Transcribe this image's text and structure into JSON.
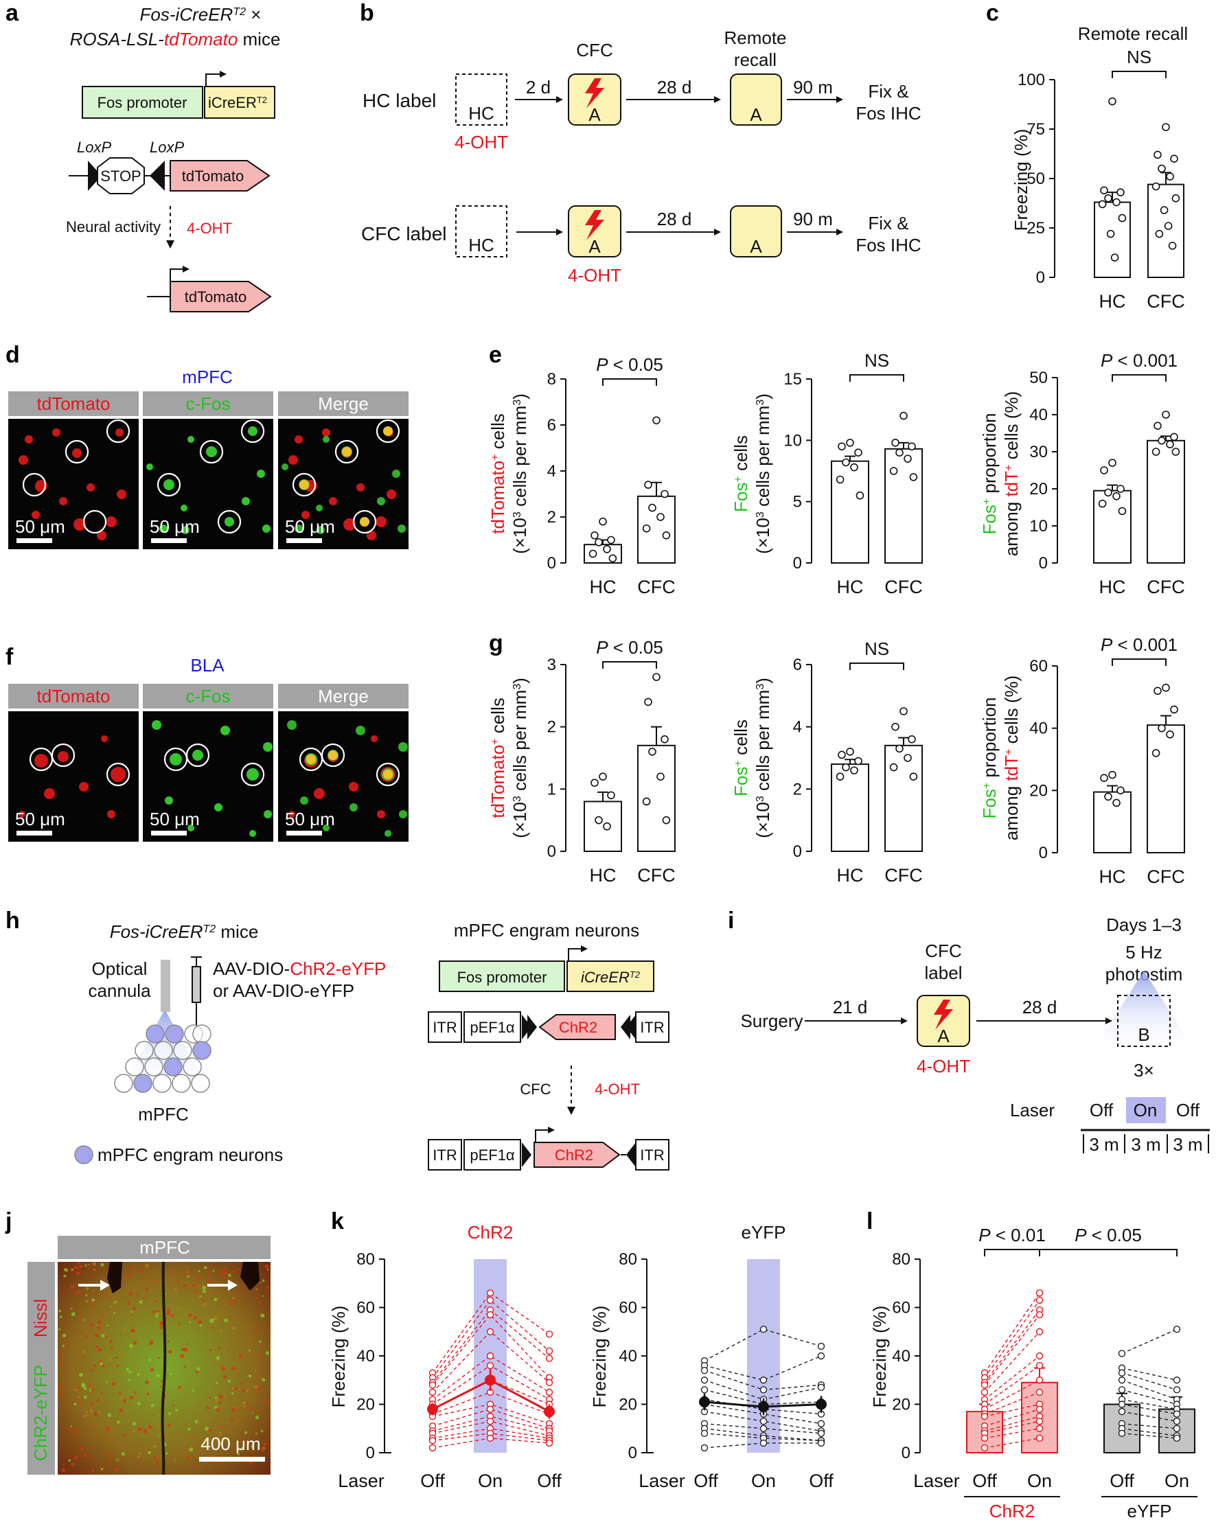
{
  "colors": {
    "red": "#e8141b",
    "green": "#22c11e",
    "blue": "#1a1adf",
    "laser": "#b7b7ef",
    "chr2": "#f6b6b6",
    "eyfp": "#c4c4c4",
    "context": "#fbf3b3",
    "promoter": "#d8f5d1"
  },
  "panel_labels": [
    "a",
    "b",
    "c",
    "d",
    "e",
    "f",
    "g",
    "h",
    "i",
    "j",
    "k",
    "l"
  ],
  "a": {
    "title_line1_italic": "Fos-iCreER",
    "title_line1_sup": "T2",
    "title_line1_tail": " ×",
    "title_line2_a": "ROSA-LSL-",
    "title_line2_red": "tdTomato",
    "title_line2_b": " mice",
    "promoter": "Fos promoter",
    "icre": "iCreER",
    "icre_sup": "T2",
    "loxp": "LoxP",
    "stop": "STOP",
    "tdtomato": "tdTomato",
    "neural_activity": "Neural activity",
    "ohtlabel": "4-OHT"
  },
  "b": {
    "cfc_header": "CFC",
    "remote_header_1": "Remote",
    "remote_header_2": "recall",
    "hc_label": "HC label",
    "cfc_label": "CFC label",
    "hc": "HC",
    "ctx_a": "A",
    "ohtlabel": "4-OHT",
    "d2": "2 d",
    "d28": "28 d",
    "m90": "90 m",
    "fix1": "Fix &",
    "fix2": "Fos IHC"
  },
  "c": {
    "title": "Remote recall",
    "ylabel": "Freezing (%)",
    "sig": "NS"
  },
  "d": {
    "region": "mPFC",
    "ch1": "tdTomato",
    "ch2": "c-Fos",
    "ch3": "Merge",
    "scale": "50 μm"
  },
  "f": {
    "region": "BLA",
    "ch1": "tdTomato",
    "ch2": "c-Fos",
    "ch3": "Merge",
    "scale": "50 μm"
  },
  "ylabels": {
    "td_1a": "tdTomato",
    "td_1b": " cells",
    "fos_1a": "Fos",
    "fos_1b": " cells",
    "line2": "(×10",
    "line2_sup": "3",
    "line2_tail": " cells per mm",
    "line2_sup2": "3",
    "line2_end": ")",
    "prop_1a": "Fos",
    "prop_1b": " proportion",
    "prop_2a": "among ",
    "prop_2b": "tdT",
    "prop_2c": " cells (%)",
    "plus": "+"
  },
  "sig": {
    "e1": "P < 0.05",
    "e2": "NS",
    "e3": "P < 0.001",
    "g1": "P < 0.05",
    "g2": "NS",
    "g3": "P < 0.001"
  },
  "h": {
    "mice_italic": "Fos-iCreER",
    "mice_sup": "T2",
    "mice_tail": " mice",
    "optical1": "Optical",
    "optical2": "cannula",
    "aav1a": "AAV-DIO-",
    "aav1b": "ChR2-eYFP",
    "aav2": "or AAV-DIO-eYFP",
    "mpfc": "mPFC",
    "legend": "mPFC engram neurons",
    "right_title": "mPFC engram neurons",
    "promoter": "Fos promoter",
    "icre": "iCreER",
    "icre_sup": "T2",
    "itr": "ITR",
    "pef": "pEF1α",
    "chr2": "ChR2",
    "cfc": "CFC",
    "oht": "4-OHT"
  },
  "i": {
    "surgery": "Surgery",
    "d21": "21 d",
    "d28": "28 d",
    "cfc1": "CFC",
    "cfc2": "label",
    "ctx_a": "A",
    "ctx_b": "B",
    "oht": "4-OHT",
    "days": "Days 1–3",
    "hz1": "5 Hz",
    "hz2": "photostim",
    "times": "3×",
    "laser": "Laser",
    "off": "Off",
    "on": "On",
    "m3": "3 m"
  },
  "j": {
    "region": "mPFC",
    "nissl": "Nissl",
    "chr2": "ChR2-eYFP",
    "scale": "400 μm"
  },
  "k": {
    "title_chr2": "ChR2",
    "title_eyfp": "eYFP",
    "ylabel": "Freezing (%)",
    "laser": "Laser",
    "off": "Off",
    "on": "On"
  },
  "l": {
    "ylabel": "Freezing (%)",
    "laser": "Laser",
    "off": "Off",
    "on": "On",
    "sig1": "P < 0.01",
    "sig2": "P < 0.05",
    "grp1": "ChR2",
    "grp2": "eYFP"
  },
  "chart_data": [
    {
      "id": "c",
      "type": "bar",
      "title": "Remote recall",
      "ylabel": "Freezing (%)",
      "categories": [
        "HC",
        "CFC"
      ],
      "values": [
        38,
        47
      ],
      "sem": [
        5,
        6
      ],
      "ylim": [
        0,
        100
      ],
      "yticks": [
        0,
        25,
        50,
        75,
        100
      ],
      "points": [
        [
          89,
          44,
          43,
          40,
          38,
          37,
          30,
          22,
          10
        ],
        [
          76,
          62,
          60,
          55,
          51,
          46,
          40,
          34,
          26,
          22,
          16
        ]
      ]
    },
    {
      "id": "e1",
      "type": "bar",
      "ylabel": "tdTomato+ cells (×10^3 cells per mm^3)",
      "categories": [
        "HC",
        "CFC"
      ],
      "values": [
        0.8,
        2.9
      ],
      "sem": [
        0.2,
        0.6
      ],
      "ylim": [
        0,
        8
      ],
      "yticks": [
        0,
        2,
        4,
        6,
        8
      ],
      "points": [
        [
          1.8,
          1.2,
          1.0,
          0.9,
          0.6,
          0.4,
          0.2
        ],
        [
          6.2,
          3.4,
          3.0,
          2.4,
          2.0,
          1.5,
          1.2
        ]
      ]
    },
    {
      "id": "e2",
      "type": "bar",
      "ylabel": "Fos+ cells (×10^3 cells per mm^3)",
      "categories": [
        "HC",
        "CFC"
      ],
      "values": [
        8.3,
        9.3
      ],
      "sem": [
        0.4,
        0.5
      ],
      "ylim": [
        0,
        15
      ],
      "yticks": [
        0,
        5,
        10,
        15
      ],
      "points": [
        [
          9.8,
          9.5,
          9.0,
          8.2,
          7.8,
          6.8,
          5.5
        ],
        [
          12.0,
          9.8,
          9.5,
          9.0,
          8.5,
          7.5,
          7.0
        ]
      ]
    },
    {
      "id": "e3",
      "type": "bar",
      "ylabel": "Fos+ proportion among tdT+ cells (%)",
      "categories": [
        "HC",
        "CFC"
      ],
      "values": [
        19.5,
        33
      ],
      "sem": [
        1.5,
        1.2
      ],
      "ylim": [
        0,
        50
      ],
      "yticks": [
        0,
        10,
        20,
        30,
        40,
        50
      ],
      "points": [
        [
          27,
          25,
          20,
          19,
          18,
          16,
          14
        ],
        [
          40,
          37,
          34,
          33,
          32,
          30,
          30
        ]
      ]
    },
    {
      "id": "g1",
      "type": "bar",
      "ylabel": "tdTomato+ cells (×10^3 cells per mm^3)",
      "categories": [
        "HC",
        "CFC"
      ],
      "values": [
        0.8,
        1.7
      ],
      "sem": [
        0.15,
        0.3
      ],
      "ylim": [
        0,
        3
      ],
      "yticks": [
        0,
        1,
        2,
        3
      ],
      "points": [
        [
          1.2,
          1.1,
          0.9,
          0.5,
          0.4
        ],
        [
          2.8,
          2.4,
          1.8,
          1.6,
          1.2,
          0.8,
          0.5
        ]
      ]
    },
    {
      "id": "g2",
      "type": "bar",
      "ylabel": "Fos+ cells (×10^3 cells per mm^3)",
      "categories": [
        "HC",
        "CFC"
      ],
      "values": [
        2.8,
        3.4
      ],
      "sem": [
        0.15,
        0.25
      ],
      "ylim": [
        0,
        6
      ],
      "yticks": [
        0,
        2,
        4,
        6
      ],
      "points": [
        [
          3.2,
          3.1,
          2.9,
          2.7,
          2.6,
          2.4
        ],
        [
          4.5,
          4.0,
          3.6,
          3.3,
          3.0,
          2.7,
          2.4
        ]
      ]
    },
    {
      "id": "g3",
      "type": "bar",
      "ylabel": "Fos+ proportion among tdT+ cells (%)",
      "categories": [
        "HC",
        "CFC"
      ],
      "values": [
        19.5,
        41
      ],
      "sem": [
        2,
        3
      ],
      "ylim": [
        0,
        60
      ],
      "yticks": [
        0,
        20,
        40,
        60
      ],
      "points": [
        [
          25,
          24,
          20,
          18,
          16
        ],
        [
          53,
          52,
          46,
          40,
          38,
          32
        ]
      ]
    },
    {
      "id": "k1",
      "type": "line",
      "title": "ChR2",
      "ylabel": "Freezing (%)",
      "categories": [
        "Off",
        "On",
        "Off"
      ],
      "mean": [
        18,
        30,
        17
      ],
      "sem": [
        2.5,
        4.5,
        3
      ],
      "ylim": [
        0,
        80
      ],
      "yticks": [
        0,
        20,
        40,
        60,
        80
      ],
      "lines": [
        [
          33,
          66,
          49
        ],
        [
          31,
          63,
          42
        ],
        [
          29,
          59,
          39
        ],
        [
          28,
          57,
          31
        ],
        [
          25,
          50,
          29
        ],
        [
          22,
          40,
          25
        ],
        [
          20,
          36,
          22
        ],
        [
          18,
          30,
          20
        ],
        [
          16,
          25,
          16
        ],
        [
          15,
          20,
          12
        ],
        [
          11,
          18,
          10
        ],
        [
          9,
          15,
          9
        ],
        [
          8,
          13,
          7
        ],
        [
          6,
          10,
          6
        ],
        [
          5,
          8,
          5
        ],
        [
          2,
          6,
          4
        ]
      ]
    },
    {
      "id": "k2",
      "type": "line",
      "title": "eYFP",
      "ylabel": "Freezing (%)",
      "categories": [
        "Off",
        "On",
        "Off"
      ],
      "mean": [
        21,
        19,
        20
      ],
      "sem": [
        3.5,
        3.5,
        3.5
      ],
      "ylim": [
        0,
        80
      ],
      "yticks": [
        0,
        20,
        40,
        60,
        80
      ],
      "lines": [
        [
          38,
          51,
          44
        ],
        [
          36,
          30,
          40
        ],
        [
          34,
          26,
          28
        ],
        [
          30,
          22,
          27
        ],
        [
          26,
          20,
          21
        ],
        [
          22,
          18,
          16
        ],
        [
          20,
          16,
          12
        ],
        [
          17,
          13,
          9
        ],
        [
          12,
          10,
          8
        ],
        [
          10,
          7,
          5
        ],
        [
          8,
          6,
          5
        ],
        [
          2,
          4,
          4
        ]
      ]
    },
    {
      "id": "l",
      "type": "bar",
      "ylabel": "Freezing (%)",
      "categories": [
        "Off",
        "On",
        "Off",
        "On"
      ],
      "groups": [
        "ChR2",
        "ChR2",
        "eYFP",
        "eYFP"
      ],
      "values": [
        17,
        29,
        20,
        18
      ],
      "sem": [
        3,
        6,
        4.5,
        5
      ],
      "ylim": [
        0,
        80
      ],
      "yticks": [
        0,
        20,
        40,
        60,
        80
      ],
      "pairs_chr2": [
        [
          33,
          66
        ],
        [
          31,
          63
        ],
        [
          29,
          59
        ],
        [
          28,
          57
        ],
        [
          25,
          50
        ],
        [
          22,
          40
        ],
        [
          20,
          36
        ],
        [
          18,
          30
        ],
        [
          16,
          25
        ],
        [
          15,
          20
        ],
        [
          11,
          18
        ],
        [
          9,
          15
        ],
        [
          8,
          13
        ],
        [
          6,
          10
        ],
        [
          2,
          6
        ]
      ],
      "pairs_eyfp": [
        [
          41,
          51
        ],
        [
          35,
          30
        ],
        [
          33,
          26
        ],
        [
          30,
          22
        ],
        [
          26,
          20
        ],
        [
          22,
          18
        ],
        [
          20,
          16
        ],
        [
          17,
          13
        ],
        [
          12,
          10
        ],
        [
          10,
          7
        ],
        [
          8,
          6
        ]
      ]
    }
  ]
}
